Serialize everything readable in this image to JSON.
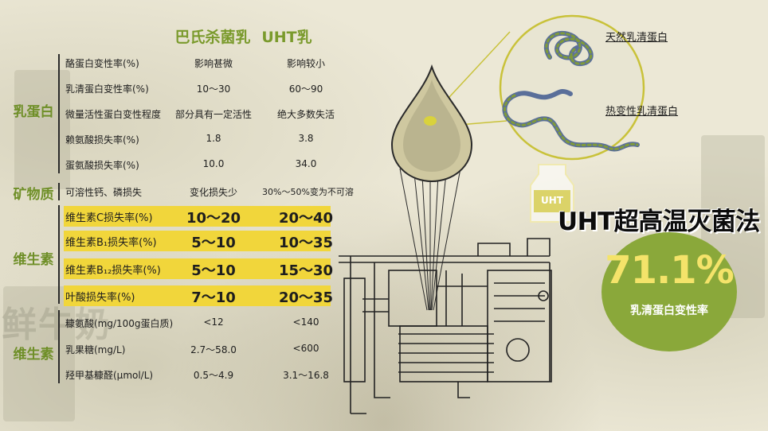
{
  "columns": {
    "col1": "巴氏杀菌乳",
    "col2": "UHT乳"
  },
  "categories": {
    "protein": "乳蛋白",
    "mineral": "矿物质",
    "vitamin": "维生素",
    "vitamin2": "维生素"
  },
  "rows": [
    {
      "name": "酪蛋白变性率(%)",
      "v1": "影响甚微",
      "v2": "影响较小"
    },
    {
      "name": "乳清蛋白变性率(%)",
      "v1": "10～30",
      "v2": "60～90"
    },
    {
      "name": "微量活性蛋白变性程度",
      "v1": "部分具有一定活性",
      "v2": "绝大多数失活"
    },
    {
      "name": "赖氨酸损失率(%)",
      "v1": "1.8",
      "v2": "3.8"
    },
    {
      "name": "蛋氨酸损失率(%)",
      "v1": "10.0",
      "v2": "34.0"
    },
    {
      "name": "可溶性钙、磷损失",
      "v1": "变化损失少",
      "v2": "30%～50%变为不可溶"
    },
    {
      "name": "维生素C损失率(%)",
      "v1": "10～20",
      "v2": "20～40"
    },
    {
      "name": "维生素B₁损失率(%)",
      "v1": "5～10",
      "v2": "10～35"
    },
    {
      "name": "维生素B₁₂损失率(%)",
      "v1": "5～10",
      "v2": "15～30"
    },
    {
      "name": "叶酸损失率(%)",
      "v1": "7～10",
      "v2": "20～35"
    },
    {
      "name": "糠氨酸(mg/100g蛋白质)",
      "v1": "<12",
      "v2": "<140"
    },
    {
      "name": "乳果糖(mg/L)",
      "v1": "2.7～58.0",
      "v2": "<600"
    },
    {
      "name": "羟甲基糠醛(μmol/L)",
      "v1": "0.5～4.9",
      "v2": "3.1～16.8"
    }
  ],
  "right": {
    "natural_label": "天然乳清蛋白",
    "denatured_label": "热变性乳清蛋白",
    "title": "UHT超高温灭菌法",
    "carton_label": "UHT",
    "percent": "71.1%",
    "percent_label": "乳清蛋白变性率"
  },
  "background_text": "鲜牛奶",
  "colors": {
    "green": "#8aa83a",
    "yellow": "#f1d63b",
    "header_green": "#7a9a2c",
    "percent_yellow": "#f4e36a"
  }
}
